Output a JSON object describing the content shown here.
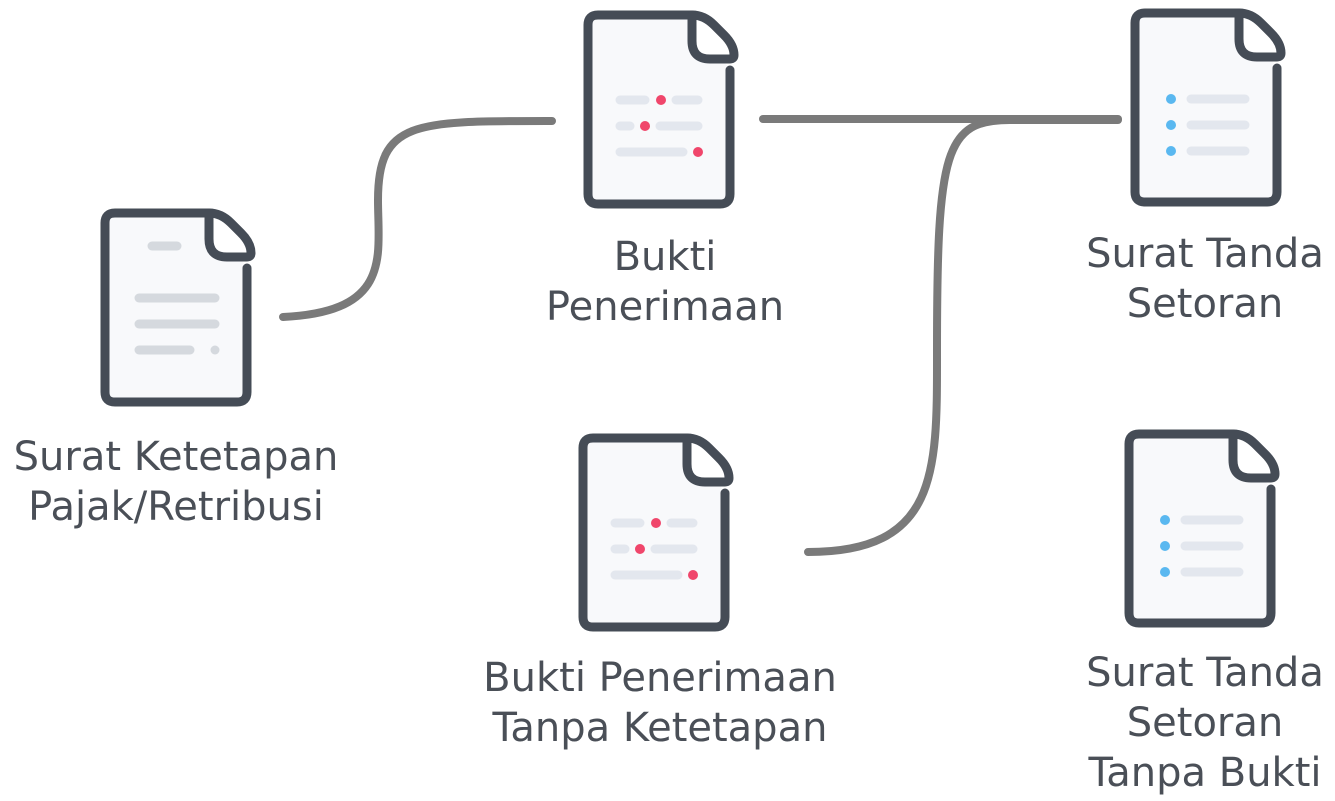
{
  "colors": {
    "outline": "#454c56",
    "paper": "#f8f9fb",
    "connector": "#7a7a7a",
    "red_dot": "#f0466b",
    "blue_dot": "#5ab8f0",
    "line_light": "#e3e7ee",
    "line_gray": "#d5d9de",
    "text": "#4a4f57"
  },
  "nodes": [
    {
      "id": "skp",
      "icon": "document-text-icon",
      "label_lines": [
        "Surat Ketetapan",
        "Pajak/Retribusi"
      ]
    },
    {
      "id": "bp",
      "icon": "document-red-dots-icon",
      "label_lines": [
        "Bukti",
        "Penerimaan"
      ]
    },
    {
      "id": "bptk",
      "icon": "document-red-dots-icon",
      "label_lines": [
        "Bukti Penerimaan",
        "Tanpa Ketetapan"
      ]
    },
    {
      "id": "sts",
      "icon": "document-list-icon",
      "label_lines": [
        "Surat Tanda",
        "Setoran"
      ]
    },
    {
      "id": "ststb",
      "icon": "document-list-icon",
      "label_lines": [
        "Surat Tanda",
        "Setoran",
        "Tanpa Bukti"
      ]
    }
  ],
  "edges": [
    {
      "from": "skp",
      "to": "bp"
    },
    {
      "from": "bp",
      "to": "sts"
    },
    {
      "from": "bptk",
      "to": "sts"
    }
  ]
}
